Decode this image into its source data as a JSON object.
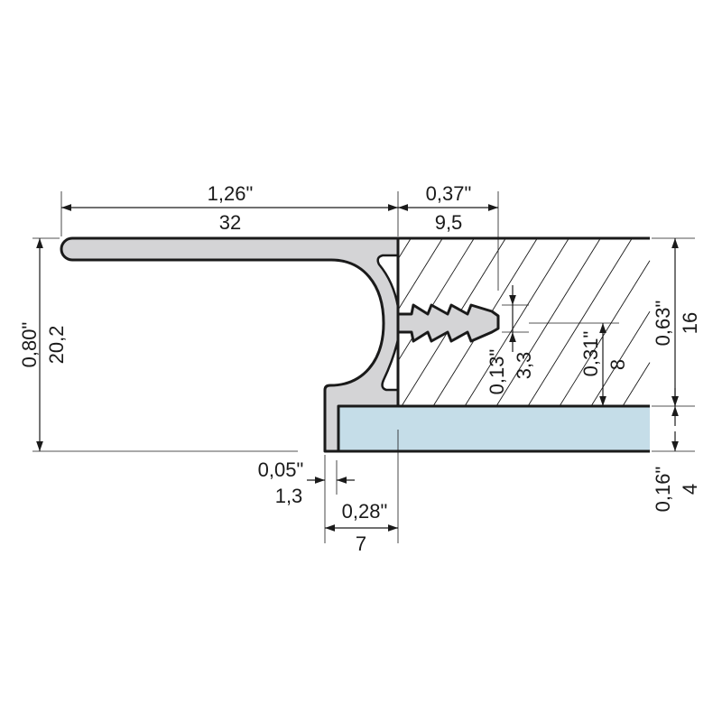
{
  "title": "Aluminium handle profile cross-section with glass panel and wood",
  "colors": {
    "profile": "#d4d4d6",
    "glass": "#c5dde8",
    "line": "#1a1a1a",
    "wood": "#ffffff"
  },
  "dimensions": {
    "width_total": {
      "inch": "1,26\"",
      "mm": "32"
    },
    "fin_length": {
      "inch": "0,37\"",
      "mm": "9,5"
    },
    "height_total": {
      "inch": "0,80\"",
      "mm": "20,2"
    },
    "panel_thickness": {
      "inch": "0,63\"",
      "mm": "16"
    },
    "glass_thickness": {
      "inch": "0,16\"",
      "mm": "4"
    },
    "fin_thickness": {
      "inch": "0,13\"",
      "mm": "3,3"
    },
    "fin_height": {
      "inch": "0,31\"",
      "mm": "8"
    },
    "lip_thickness": {
      "inch": "0,05\"",
      "mm": "1,3"
    },
    "lip_depth": {
      "inch": "0,28\"",
      "mm": "7"
    }
  }
}
